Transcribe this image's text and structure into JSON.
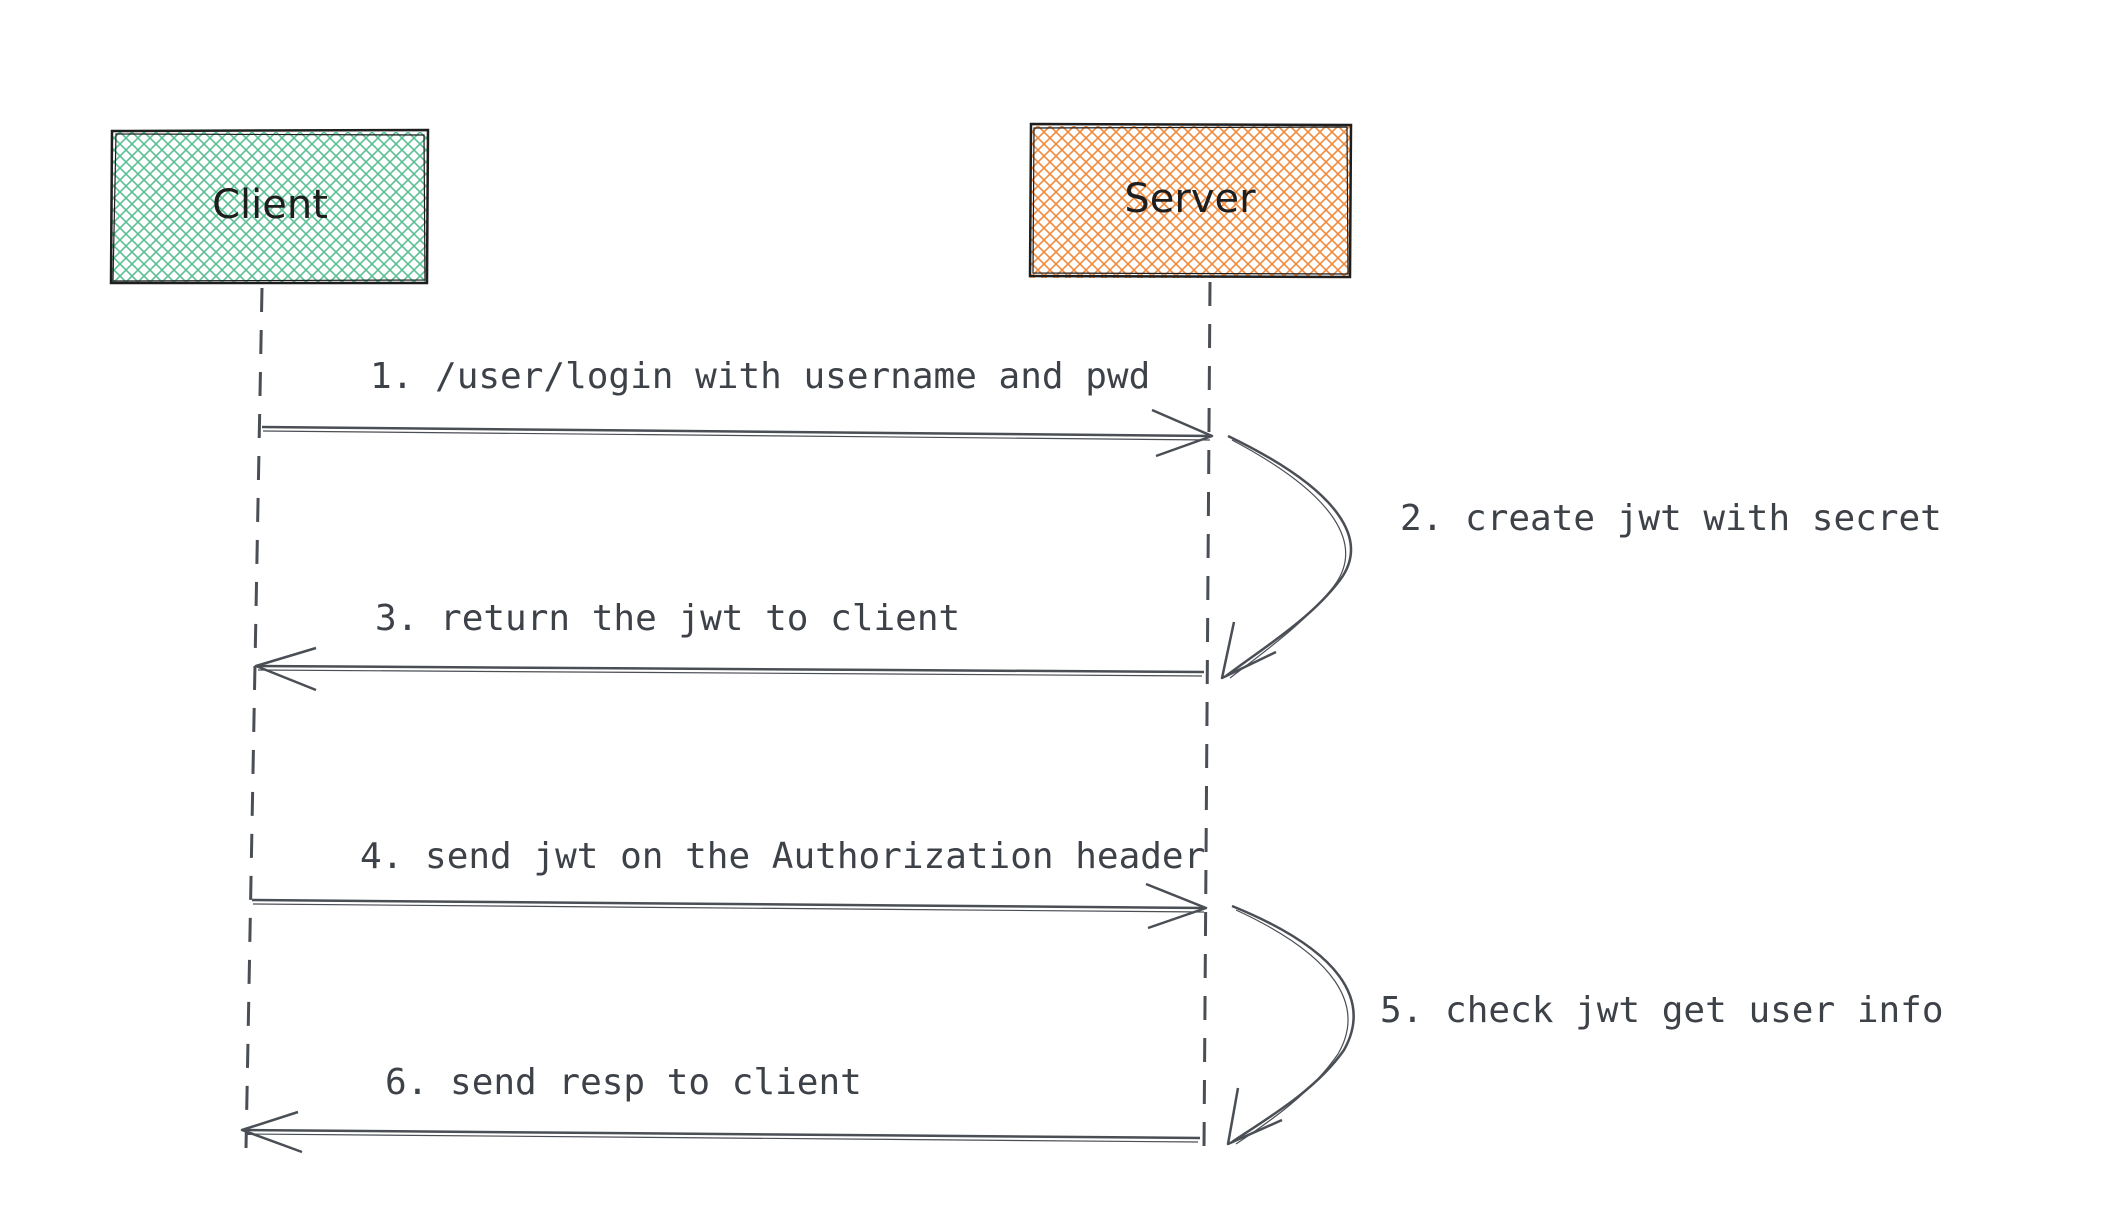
{
  "actors": {
    "client": {
      "label": "Client",
      "fill": "#5bbf95"
    },
    "server": {
      "label": "Server",
      "fill": "#f08a3c"
    }
  },
  "steps": [
    {
      "label": "1. /user/login with username and pwd",
      "kind": "request",
      "from": "client",
      "to": "server"
    },
    {
      "label": "2. create jwt with secret",
      "kind": "self",
      "on": "server"
    },
    {
      "label": "3. return the jwt to client",
      "kind": "response",
      "from": "server",
      "to": "client"
    },
    {
      "label": "4. send jwt on the Authorization header",
      "kind": "request",
      "from": "client",
      "to": "server"
    },
    {
      "label": "5. check jwt get user info",
      "kind": "self",
      "on": "server"
    },
    {
      "label": "6. send resp to client",
      "kind": "response",
      "from": "server",
      "to": "client"
    }
  ],
  "colors": {
    "stroke": "#1e1e1e",
    "line": "#4a4e55",
    "text": "#3d4148"
  }
}
